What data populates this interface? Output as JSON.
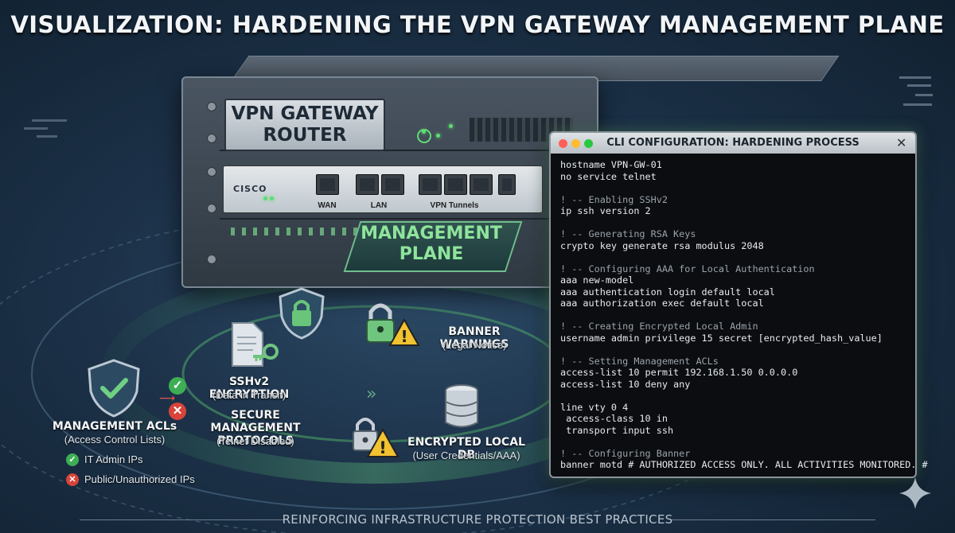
{
  "title": "VISUALIZATION: HARDENING THE VPN GATEWAY MANAGEMENT PLANE",
  "router": {
    "label": "VPN GATEWAY\nROUTER",
    "brand": "CISCO",
    "ports": [
      {
        "label": "WAN",
        "count": 1
      },
      {
        "label": "LAN",
        "count": 2
      },
      {
        "label": "VPN Tunnels",
        "count": 3
      }
    ]
  },
  "management_plane": {
    "label": "MANAGEMENT\nPLANE"
  },
  "features": {
    "banner": {
      "title": "BANNER WARNINGS",
      "sub": "(Legal Notice)",
      "icons": [
        "padlock-icon",
        "warning-icon"
      ]
    },
    "sshv2": {
      "title": "SSHv2 ENCRYPTION",
      "sub": "(Data in Transit)",
      "icons": [
        "document-key-icon",
        "shield-lock-icon"
      ]
    },
    "secure_protocols": {
      "title": "SECURE MANAGEMENT\nPROTOCOLS",
      "sub": "(Telnet Disabled)"
    },
    "acl": {
      "title": "MANAGEMENT ACLs",
      "sub": "(Access Control Lists)",
      "allowed": "IT Admin IPs",
      "denied": "Public/Unauthorized IPs"
    },
    "local_db": {
      "title": "ENCRYPTED LOCAL DB",
      "sub": "(User Credentials/AAA)",
      "icons": [
        "padlock-icon",
        "warning-icon",
        "database-icon"
      ]
    }
  },
  "terminal": {
    "title": "CLI CONFIGURATION: HARDENING PROCESS",
    "window_controls": {
      "red": "#ff5f57",
      "yellow": "#febc2e",
      "green": "#28c840"
    },
    "lines": [
      {
        "text": "hostname VPN-GW-01",
        "type": "cmd"
      },
      {
        "text": "no service telnet",
        "type": "cmd"
      },
      {
        "text": "",
        "type": "blank"
      },
      {
        "text": "! -- Enabling SSHv2",
        "type": "comment"
      },
      {
        "text": "ip ssh version 2",
        "type": "cmd"
      },
      {
        "text": "",
        "type": "blank"
      },
      {
        "text": "! -- Generating RSA Keys",
        "type": "comment"
      },
      {
        "text": "crypto key generate rsa modulus 2048",
        "type": "cmd"
      },
      {
        "text": "",
        "type": "blank"
      },
      {
        "text": "! -- Configuring AAA for Local Authentication",
        "type": "comment"
      },
      {
        "text": "aaa new-model",
        "type": "cmd"
      },
      {
        "text": "aaa authentication login default local",
        "type": "cmd"
      },
      {
        "text": "aaa authorization exec default local",
        "type": "cmd"
      },
      {
        "text": "",
        "type": "blank"
      },
      {
        "text": "! -- Creating Encrypted Local Admin",
        "type": "comment"
      },
      {
        "text": "username admin privilege 15 secret [encrypted_hash_value]",
        "type": "cmd"
      },
      {
        "text": "",
        "type": "blank"
      },
      {
        "text": "! -- Setting Management ACLs",
        "type": "comment"
      },
      {
        "text": "access-list 10 permit 192.168.1.50 0.0.0.0",
        "type": "cmd"
      },
      {
        "text": "access-list 10 deny any",
        "type": "cmd"
      },
      {
        "text": "",
        "type": "blank"
      },
      {
        "text": "line vty 0 4",
        "type": "cmd"
      },
      {
        "text": " access-class 10 in",
        "type": "cmd"
      },
      {
        "text": " transport input ssh",
        "type": "cmd"
      },
      {
        "text": "",
        "type": "blank"
      },
      {
        "text": "! -- Configuring Banner",
        "type": "comment"
      },
      {
        "text": "banner motd # AUTHORIZED ACCESS ONLY. ALL ACTIVITIES MONITORED. #",
        "type": "cmd"
      }
    ]
  },
  "footer": "REINFORCING INFRASTRUCTURE PROTECTION BEST PRACTICES",
  "colors": {
    "accent_green": "#5fd47a",
    "deny_red": "#e24a3b",
    "warning_yellow": "#f2c230"
  }
}
